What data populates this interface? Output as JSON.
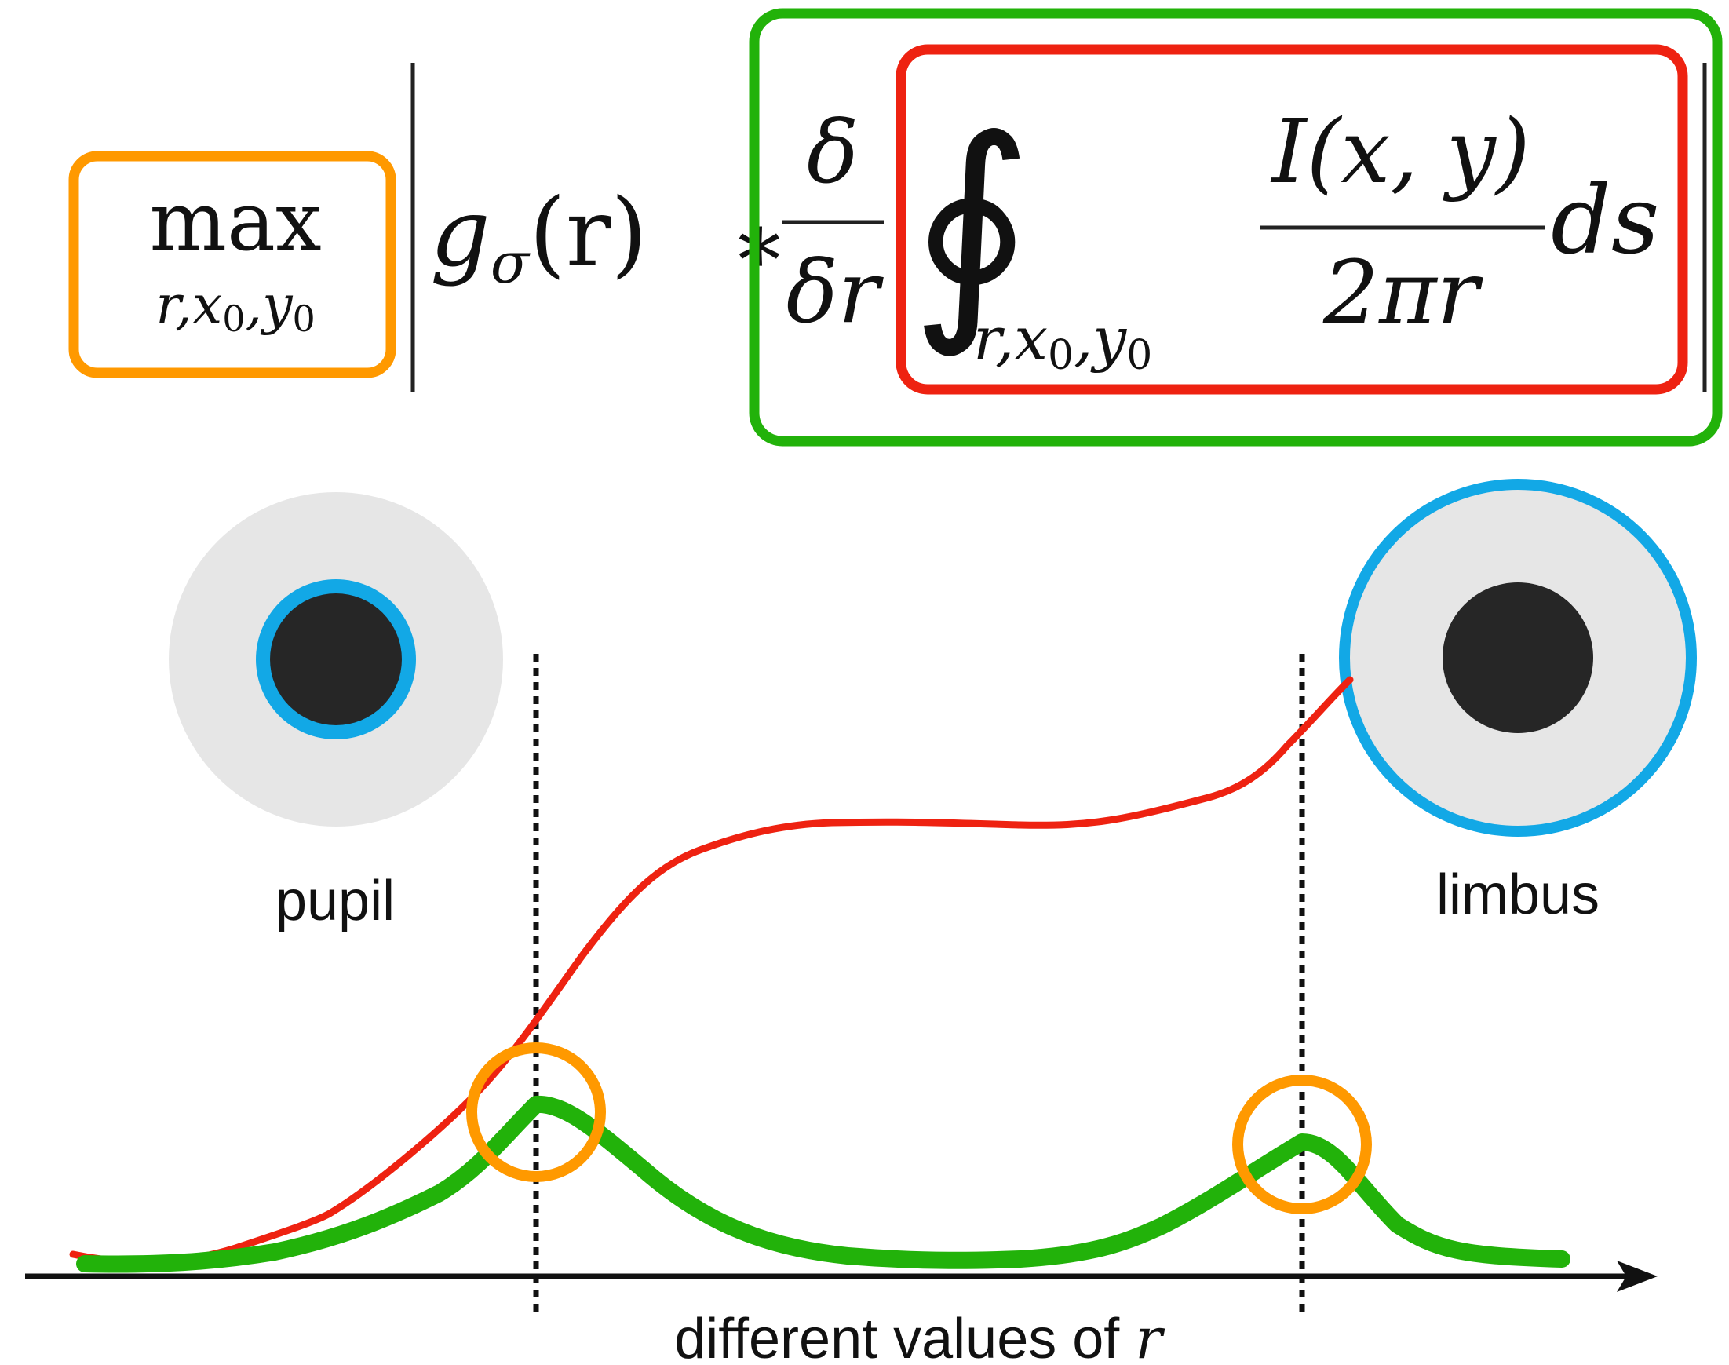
{
  "formula": {
    "max_label": "max",
    "max_subscript": "r,x",
    "max_subscript_idx0": "0",
    "max_subscript_mid": ",y",
    "max_subscript_idx1": "0",
    "g_letter": "g",
    "g_subscript": "σ",
    "g_arg": "(r)",
    "convolve": "∗",
    "deriv_num": "δ",
    "deriv_den": "δr",
    "integral_sign": "∮",
    "integral_sub": "r,x",
    "integral_sub_idx0": "0",
    "integral_sub_mid": ",y",
    "integral_sub_idx1": "0",
    "frac_num": "I(x, y)",
    "frac_den": "2πr",
    "ds": "ds"
  },
  "labels": {
    "pupil": "pupil",
    "limbus": "limbus",
    "x_axis_text": "different values of ",
    "x_axis_var": "r"
  },
  "colors": {
    "orange": "#FF9900",
    "green": "#22B20A",
    "red": "#EE2211",
    "blue": "#12A8E6",
    "iris_gray": "#E6E6E6",
    "pupil_black": "#262626"
  }
}
